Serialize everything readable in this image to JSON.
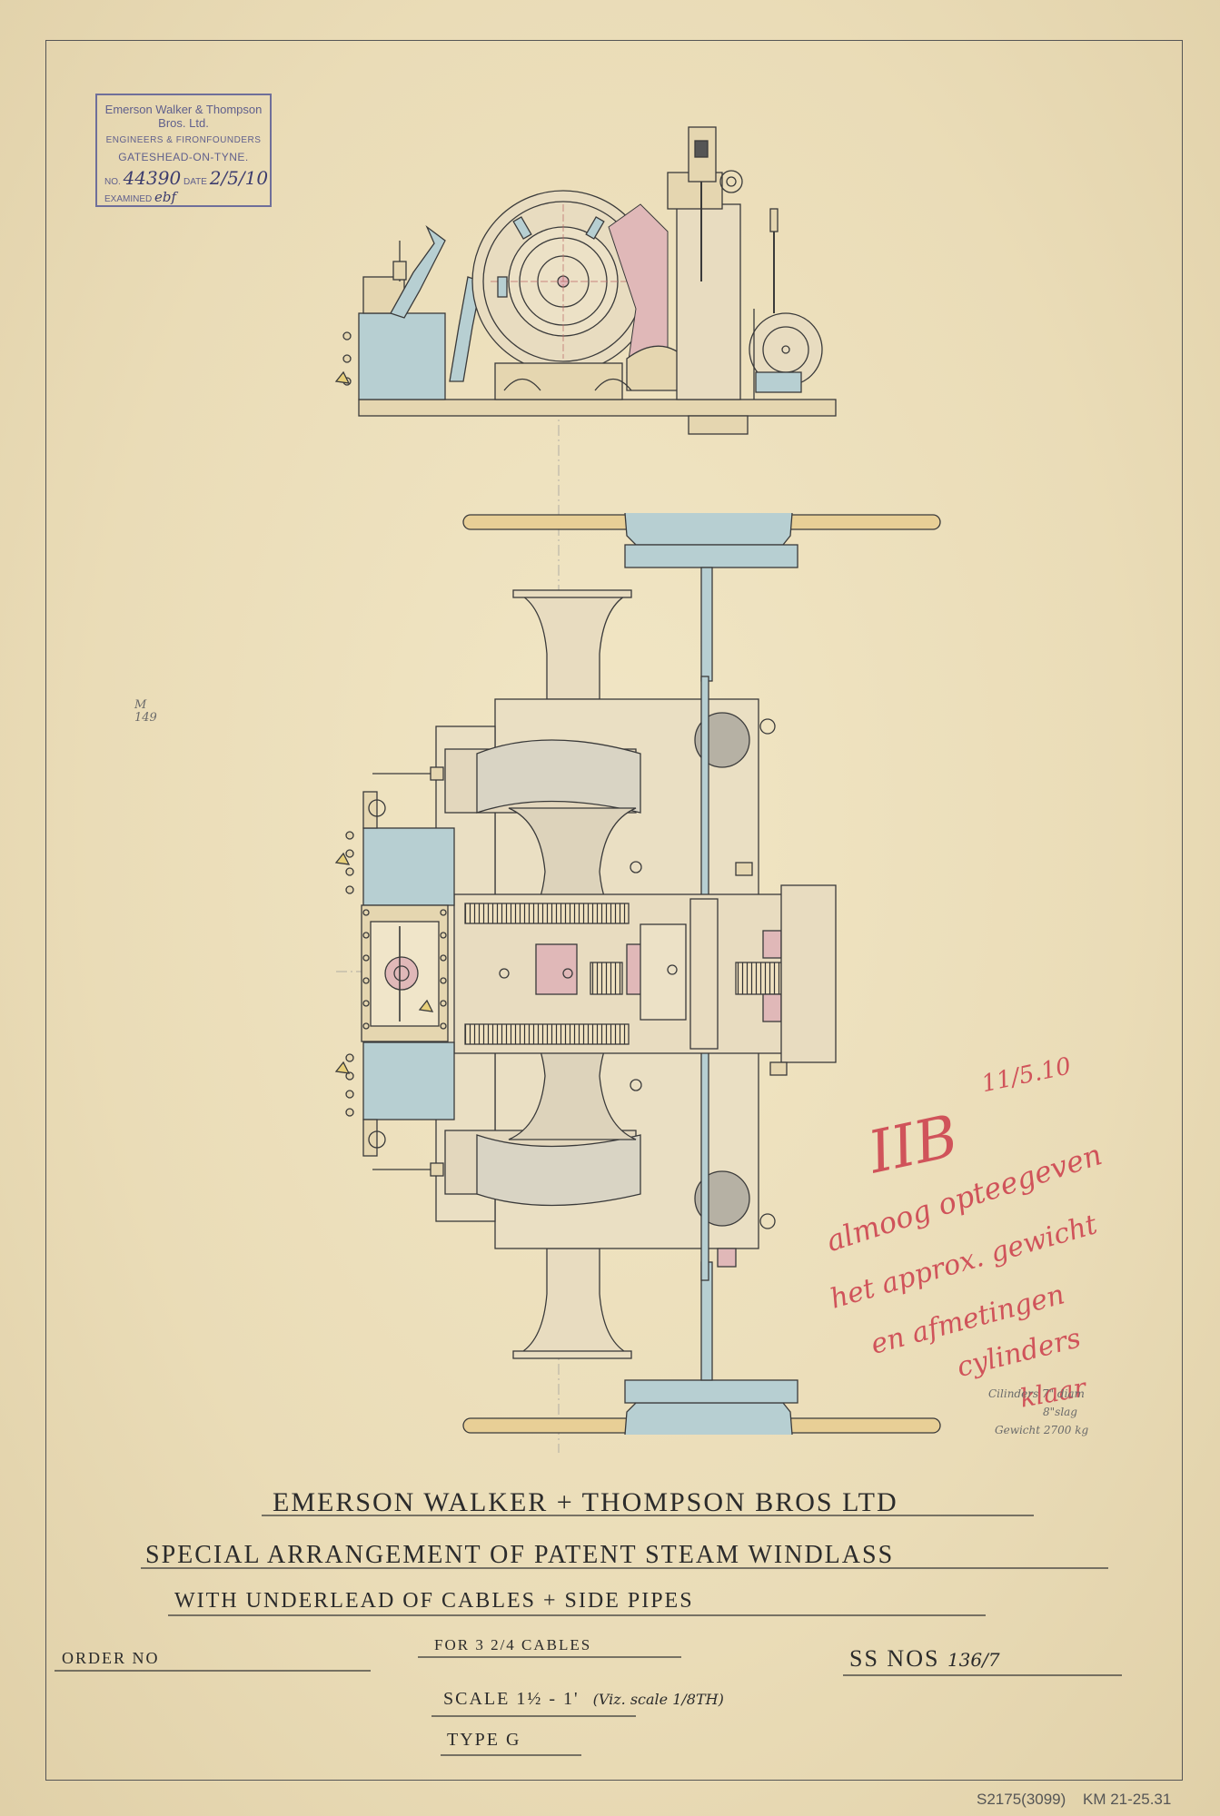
{
  "stamp": {
    "company": "Emerson Walker & Thompson Bros. Ltd.",
    "trade": "ENGINEERS & FIRONFOUNDERS",
    "town": "GATESHEAD-ON-TYNE.",
    "no_label": "NO.",
    "no_value": "44390",
    "date_label": "DATE",
    "date_value": "2/5/10",
    "examined_label": "EXAMINED",
    "examined_value": "ebf"
  },
  "title_block": {
    "company": "EMERSON WALKER + THOMPSON BROS LTD",
    "line1": "SPECIAL ARRANGEMENT OF PATENT STEAM WINDLASS",
    "line2": "WITH UNDERLEAD OF CABLES + SIDE PIPES",
    "cables": "FOR 3 2/4 CABLES",
    "order_label": "ORDER NO",
    "ss_label": "SS NOS",
    "ss_value": "136/7",
    "scale": "SCALE 1½ - 1'",
    "viz_scale": "(Viz. scale 1/8TH)",
    "type": "TYPE G"
  },
  "annotations": {
    "red_initials": "IIB",
    "red_date": "11/5.10",
    "red_note_1": "almoog opteegeven",
    "red_note_2": "het approx. gewicht",
    "red_note_3": "en afmetingen",
    "red_note_4": "cylinders",
    "red_note_5": "klaar",
    "pencil_1": "Cilinders 7\" diam",
    "pencil_2": "8\"slag",
    "pencil_3": "Gewicht 2700 kg",
    "margin_pencil": "M 149"
  },
  "archive": {
    "ref1": "S2175(3099)",
    "ref2": "KM 21-25.31"
  },
  "colors": {
    "paper": "#ecdfb9",
    "ink": "#3a3a3a",
    "blue_wash": "#b7cfd2",
    "pink_wash": "#e0b8b8",
    "wood": "#e8cf96",
    "red_ink": "#d0535a"
  }
}
